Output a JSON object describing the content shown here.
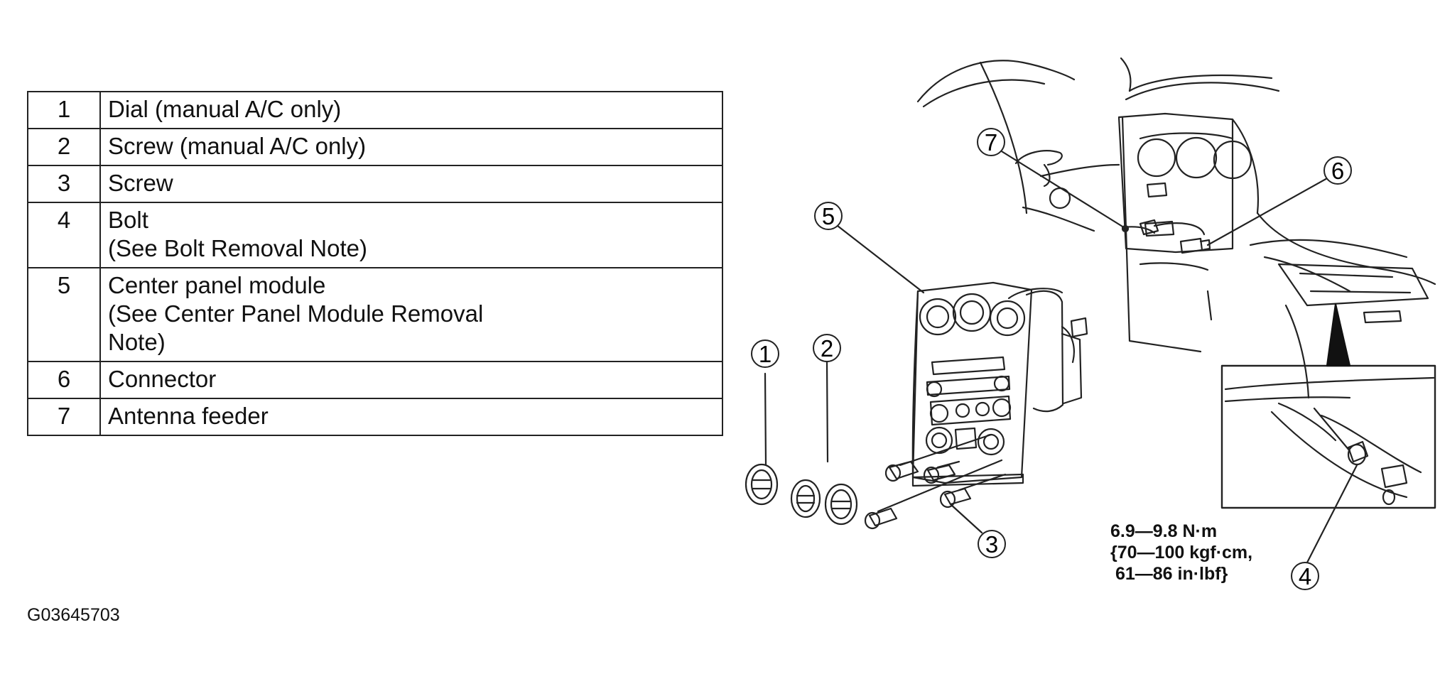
{
  "legend": [
    {
      "num": "1",
      "desc": "Dial (manual A/C only)"
    },
    {
      "num": "2",
      "desc": "Screw (manual A/C only)"
    },
    {
      "num": "3",
      "desc": "Screw"
    },
    {
      "num": "4",
      "desc": "Bolt\n(See Bolt Removal Note)"
    },
    {
      "num": "5",
      "desc": "Center panel module\n(See Center Panel Module Removal\nNote)"
    },
    {
      "num": "6",
      "desc": "Connector"
    },
    {
      "num": "7",
      "desc": "Antenna feeder"
    }
  ],
  "callouts": [
    "1",
    "2",
    "3",
    "4",
    "5",
    "6",
    "7"
  ],
  "torque_spec": "6.9—9.8 N·m\n{70—100 kgf·cm,\n 61—86 in·lbf}",
  "figure_id": "G03645703"
}
